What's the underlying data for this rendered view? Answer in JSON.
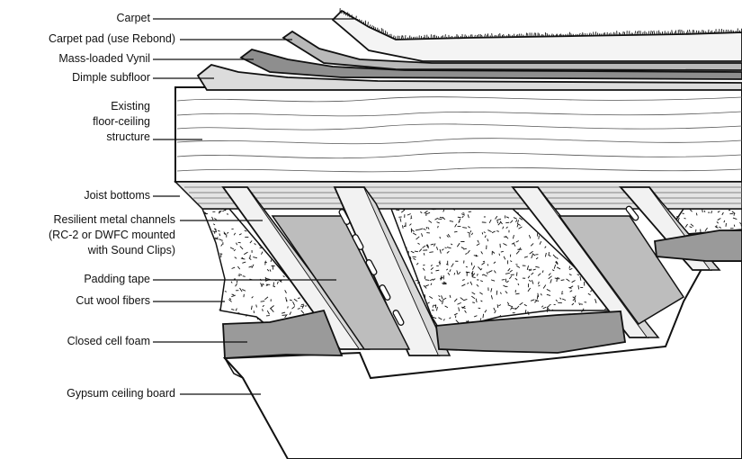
{
  "labels": {
    "carpet": "Carpet",
    "carpet_pad": "Carpet pad (use Rebond)",
    "mlv": "Mass-loaded Vynil",
    "dimple": "Dimple subfloor",
    "existing_1": "Existing",
    "existing_2": "floor-ceiling",
    "existing_3": "structure",
    "joist": "Joist bottoms",
    "channels_1": "Resilient metal channels",
    "channels_2": "(RC-2 or DWFC mounted",
    "channels_3": "with Sound Clips)",
    "padding": "Padding tape",
    "wool": "Cut wool fibers",
    "foam": "Closed cell foam",
    "gypsum": "Gypsum ceiling board"
  },
  "colors": {
    "line": "#111111",
    "carpet": "#f4f4f4",
    "pad": "#b9b9b9",
    "vinyl": "#8e8e8e",
    "dimple": "#dcdcdc",
    "wood": "#ffffff",
    "joist": "#e4e4e4",
    "channel": "#ececec",
    "padding_tape": "#bdbdbd",
    "foam": "#9a9a9a",
    "gypsum": "#ffffff"
  }
}
